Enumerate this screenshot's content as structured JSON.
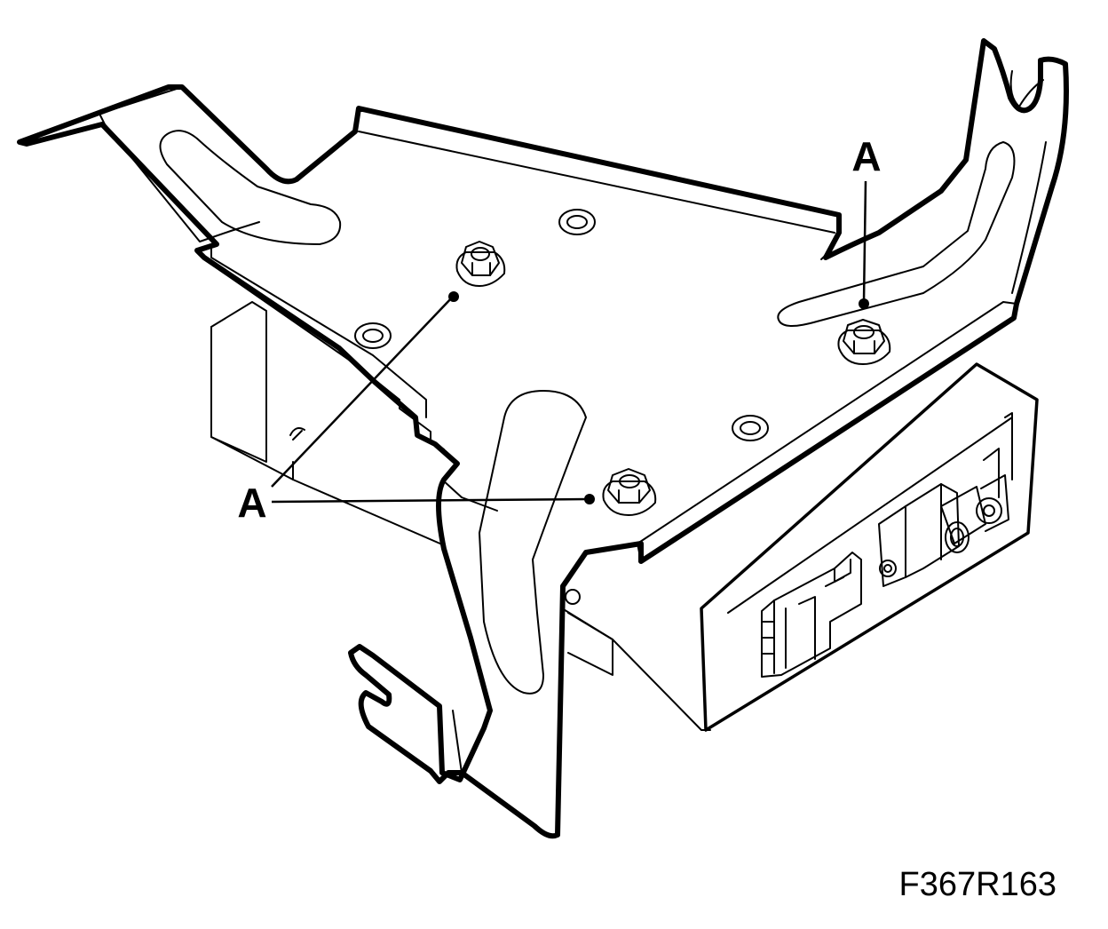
{
  "figure_id": "F367R163",
  "callouts": {
    "label_top": "A",
    "label_left": "A"
  },
  "icons": [
    "mounting-bracket",
    "control-module",
    "nut"
  ]
}
